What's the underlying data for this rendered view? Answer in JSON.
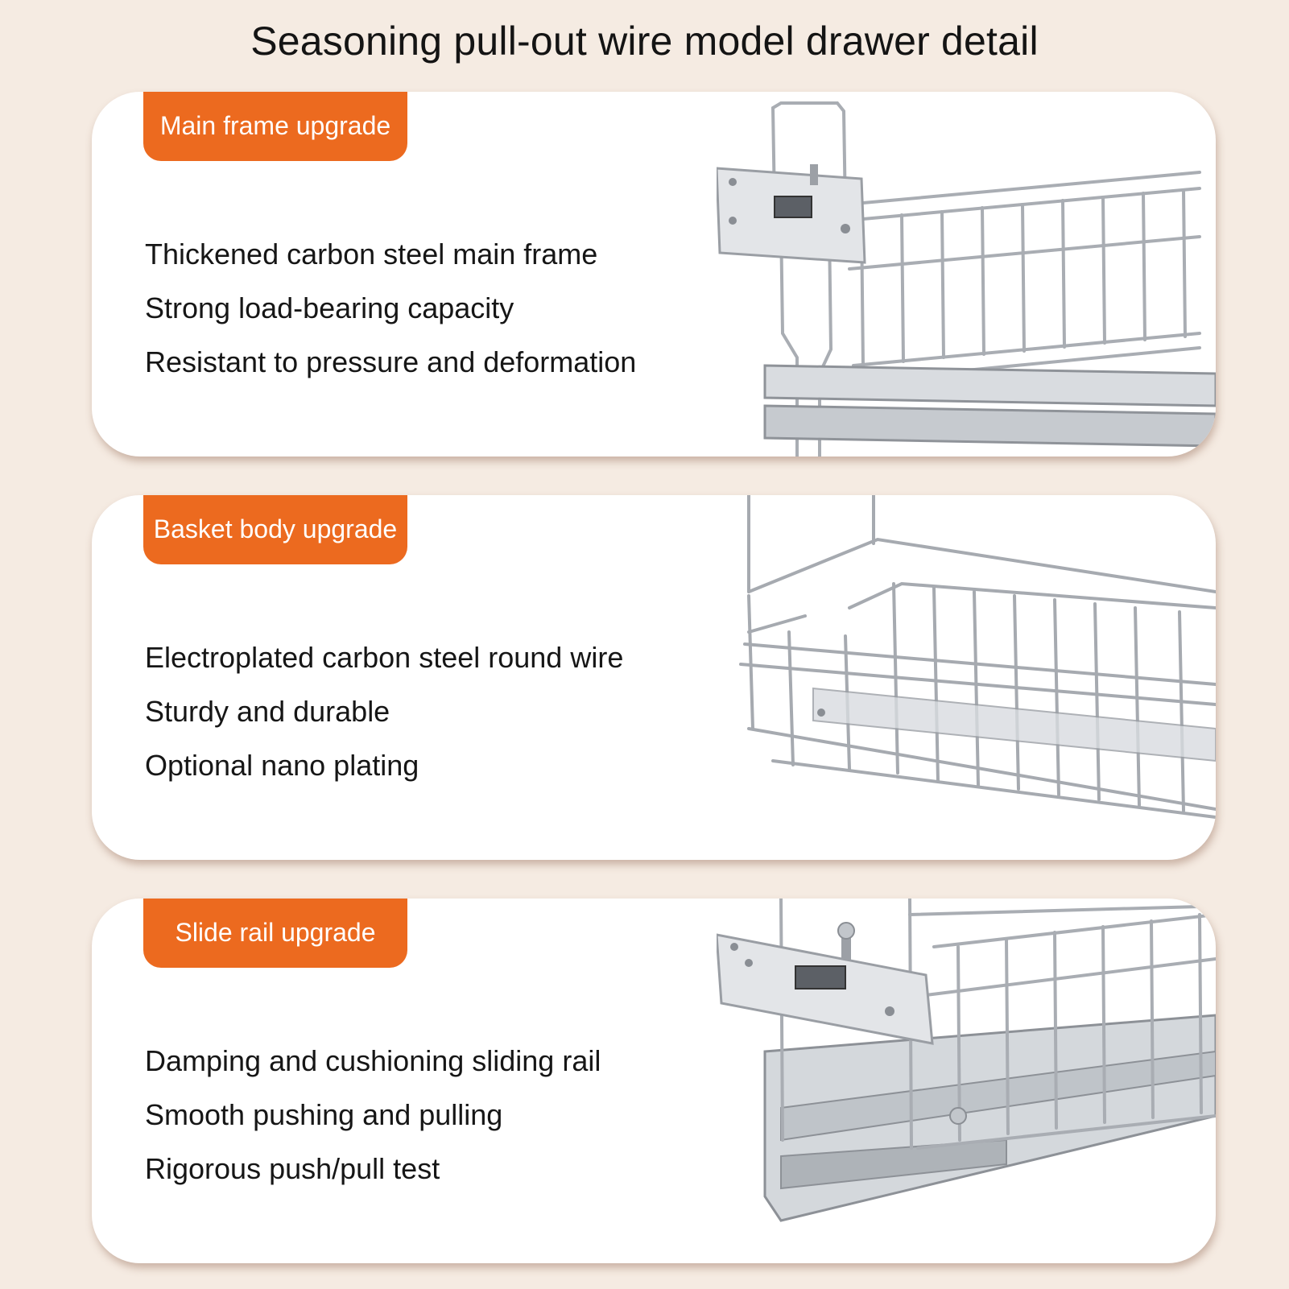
{
  "title": "Seasoning pull-out wire model drawer detail",
  "colors": {
    "background": "#f5ebe2",
    "card": "#ffffff",
    "tag": "#ec6a1f",
    "text": "#161616"
  },
  "sections": [
    {
      "tag": "Main frame upgrade",
      "features": [
        "Thickened carbon steel main frame",
        "Strong load-bearing capacity",
        "Resistant to pressure and deformation"
      ],
      "image": "wire-basket-with-mounting-bracket"
    },
    {
      "tag": "Basket body upgrade",
      "features": [
        "Electroplated carbon steel round wire",
        "Sturdy and durable",
        "Optional nano plating"
      ],
      "image": "wire-basket-body"
    },
    {
      "tag": "Slide rail upgrade",
      "features": [
        "Damping and cushioning sliding rail",
        "Smooth pushing and pulling",
        "Rigorous push/pull test"
      ],
      "image": "wire-basket-with-slide-rail"
    }
  ]
}
